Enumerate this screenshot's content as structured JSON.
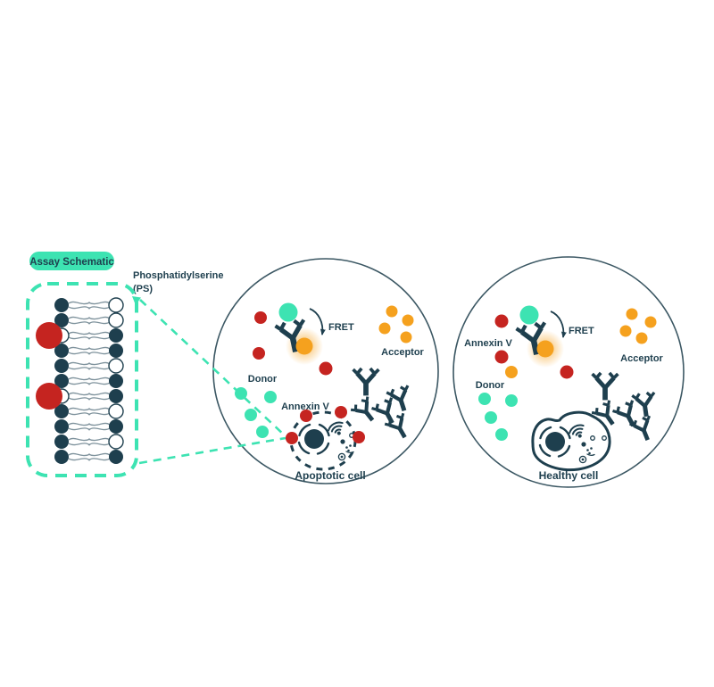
{
  "title": "Assay Schematic",
  "membrane": {
    "label_line1": "Phosphatidylserine",
    "label_line2": "(PS)",
    "left_heads": [
      "d",
      "d",
      "w",
      "d",
      "d",
      "d",
      "w",
      "d",
      "d",
      "d",
      "d"
    ],
    "right_heads": [
      "w",
      "w",
      "d",
      "d",
      "w",
      "d",
      "d",
      "w",
      "d",
      "w",
      "d"
    ],
    "ps_row_indices": [
      2,
      6
    ]
  },
  "panels": [
    {
      "name": "apoptotic",
      "fret_label": "FRET",
      "donor_label": "Donor",
      "acceptor_label": "Acceptor",
      "annexin_label": "Annexin V",
      "caption": "Apoptotic cell"
    },
    {
      "name": "healthy",
      "fret_label": "FRET",
      "donor_label": "Donor",
      "acceptor_label": "Acceptor",
      "annexin_label": "Annexin V",
      "caption": "Healthy cell"
    }
  ],
  "icons": {
    "donor": "teal-circle",
    "acceptor": "orange-circle",
    "annexin_v": "red-circle",
    "antibody": "y-shape-antibody",
    "phosphatidylserine": "large-red-circle",
    "fret_transfer": "curved-arrow",
    "magnifier_cone": "teal-dashed-lines"
  },
  "colors": {
    "teal": "#3DE3B2",
    "navy": "#1E3F4E",
    "red": "#C52420",
    "orange": "#F5A11E",
    "tail": "#7E929C",
    "background": "#FFFFFF"
  }
}
